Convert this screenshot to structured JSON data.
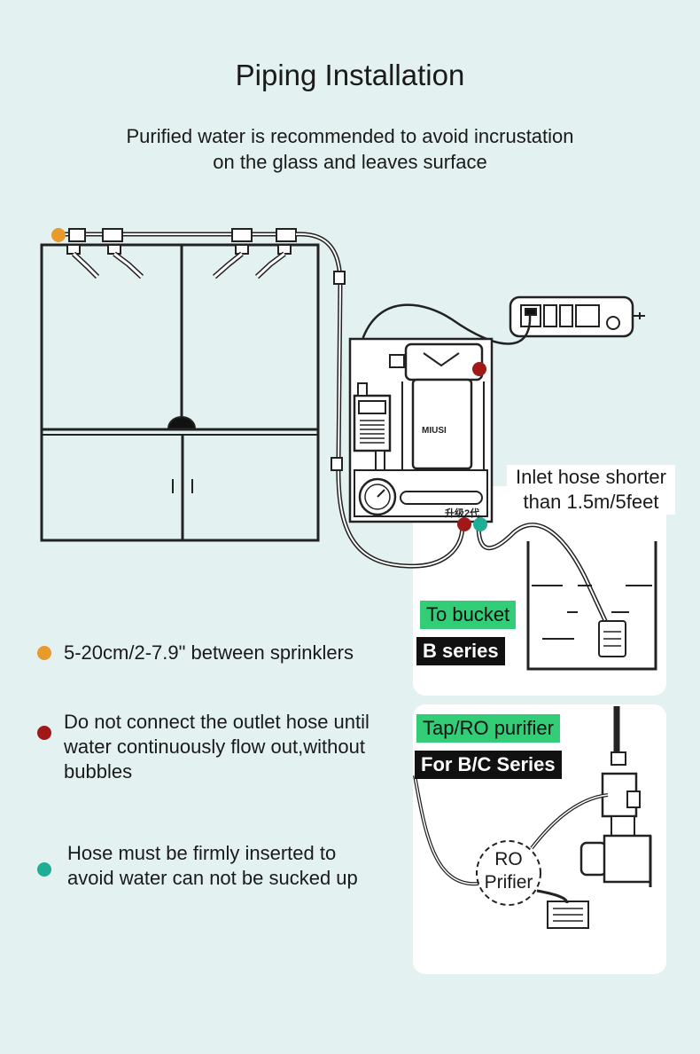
{
  "header": {
    "title": "Piping Installation",
    "subtitle_line1": "Purified water is recommended to avoid incrustation",
    "subtitle_line2": "on the glass and leaves surface"
  },
  "device": {
    "brand_label": "MIUSI",
    "upgrade_label": "升级2代"
  },
  "inlet_note": {
    "line1": "Inlet hose shorter",
    "line2": "than 1.5m/5feet"
  },
  "bucket_panel": {
    "tag_green": "To bucket",
    "tag_black": "B series"
  },
  "purifier_panel": {
    "tag_green": "Tap/RO purifier",
    "tag_black": "For B/C Series",
    "ro_line1": "RO",
    "ro_line2": "Prifier"
  },
  "notes": [
    {
      "color": "#e89a2c",
      "text": "5-20cm/2-7.9\" between sprinklers"
    },
    {
      "color": "#a01818",
      "line1": "Do not connect the outlet hose until",
      "line2": "water continuously flow out,without",
      "line3": "bubbles"
    },
    {
      "color": "#1fad93",
      "line1": "Hose must be firmly inserted to",
      "line2": "avoid water can not be sucked up"
    }
  ]
}
